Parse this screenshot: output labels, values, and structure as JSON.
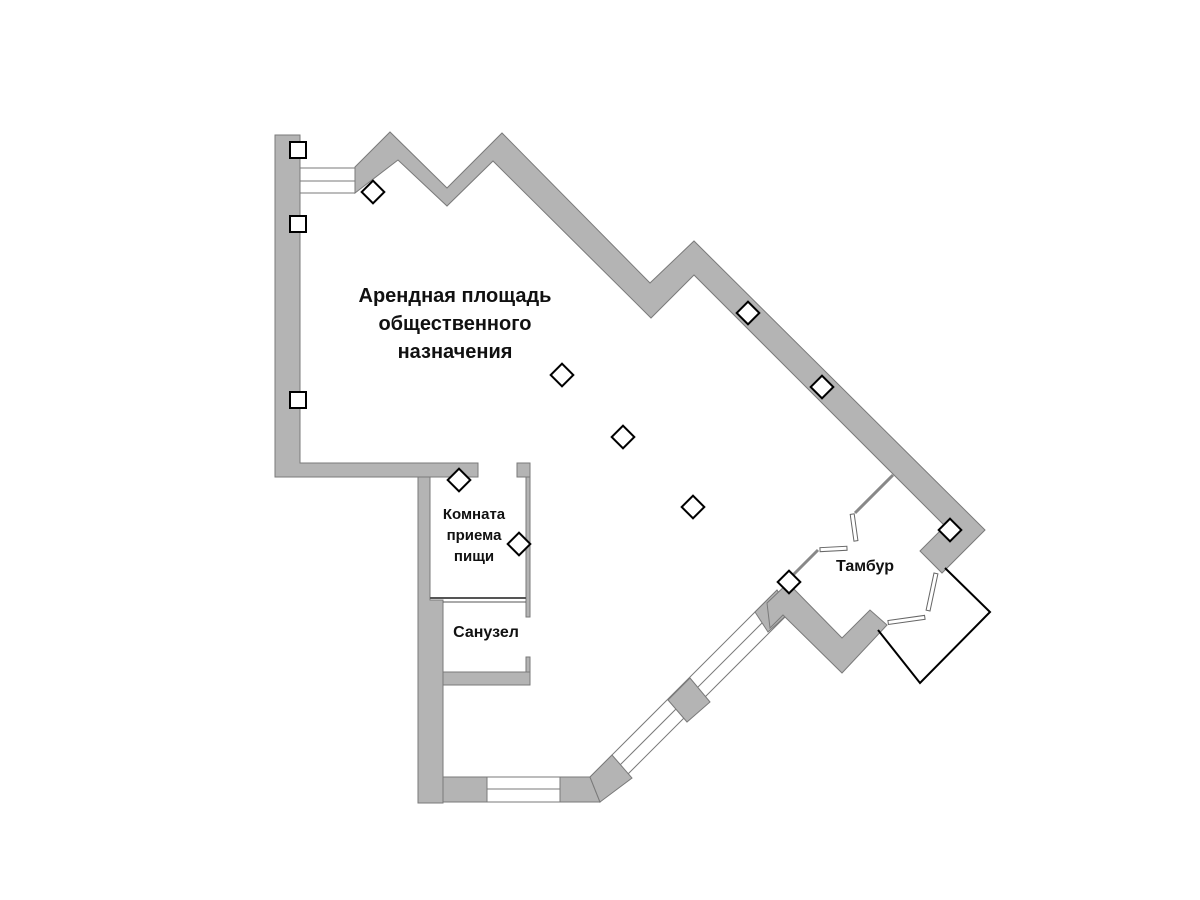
{
  "title": "Floor plan",
  "rooms": {
    "main": [
      "Арендная площадь",
      "общественного",
      "назначения"
    ],
    "kitchen": [
      "Комната",
      "приема",
      "пищи"
    ],
    "bathroom": "Санузел",
    "vestibule": "Тамбур"
  },
  "colors": {
    "wall": "#b4b4b4",
    "outline": "#7a7a7a",
    "marker": "#000000"
  }
}
